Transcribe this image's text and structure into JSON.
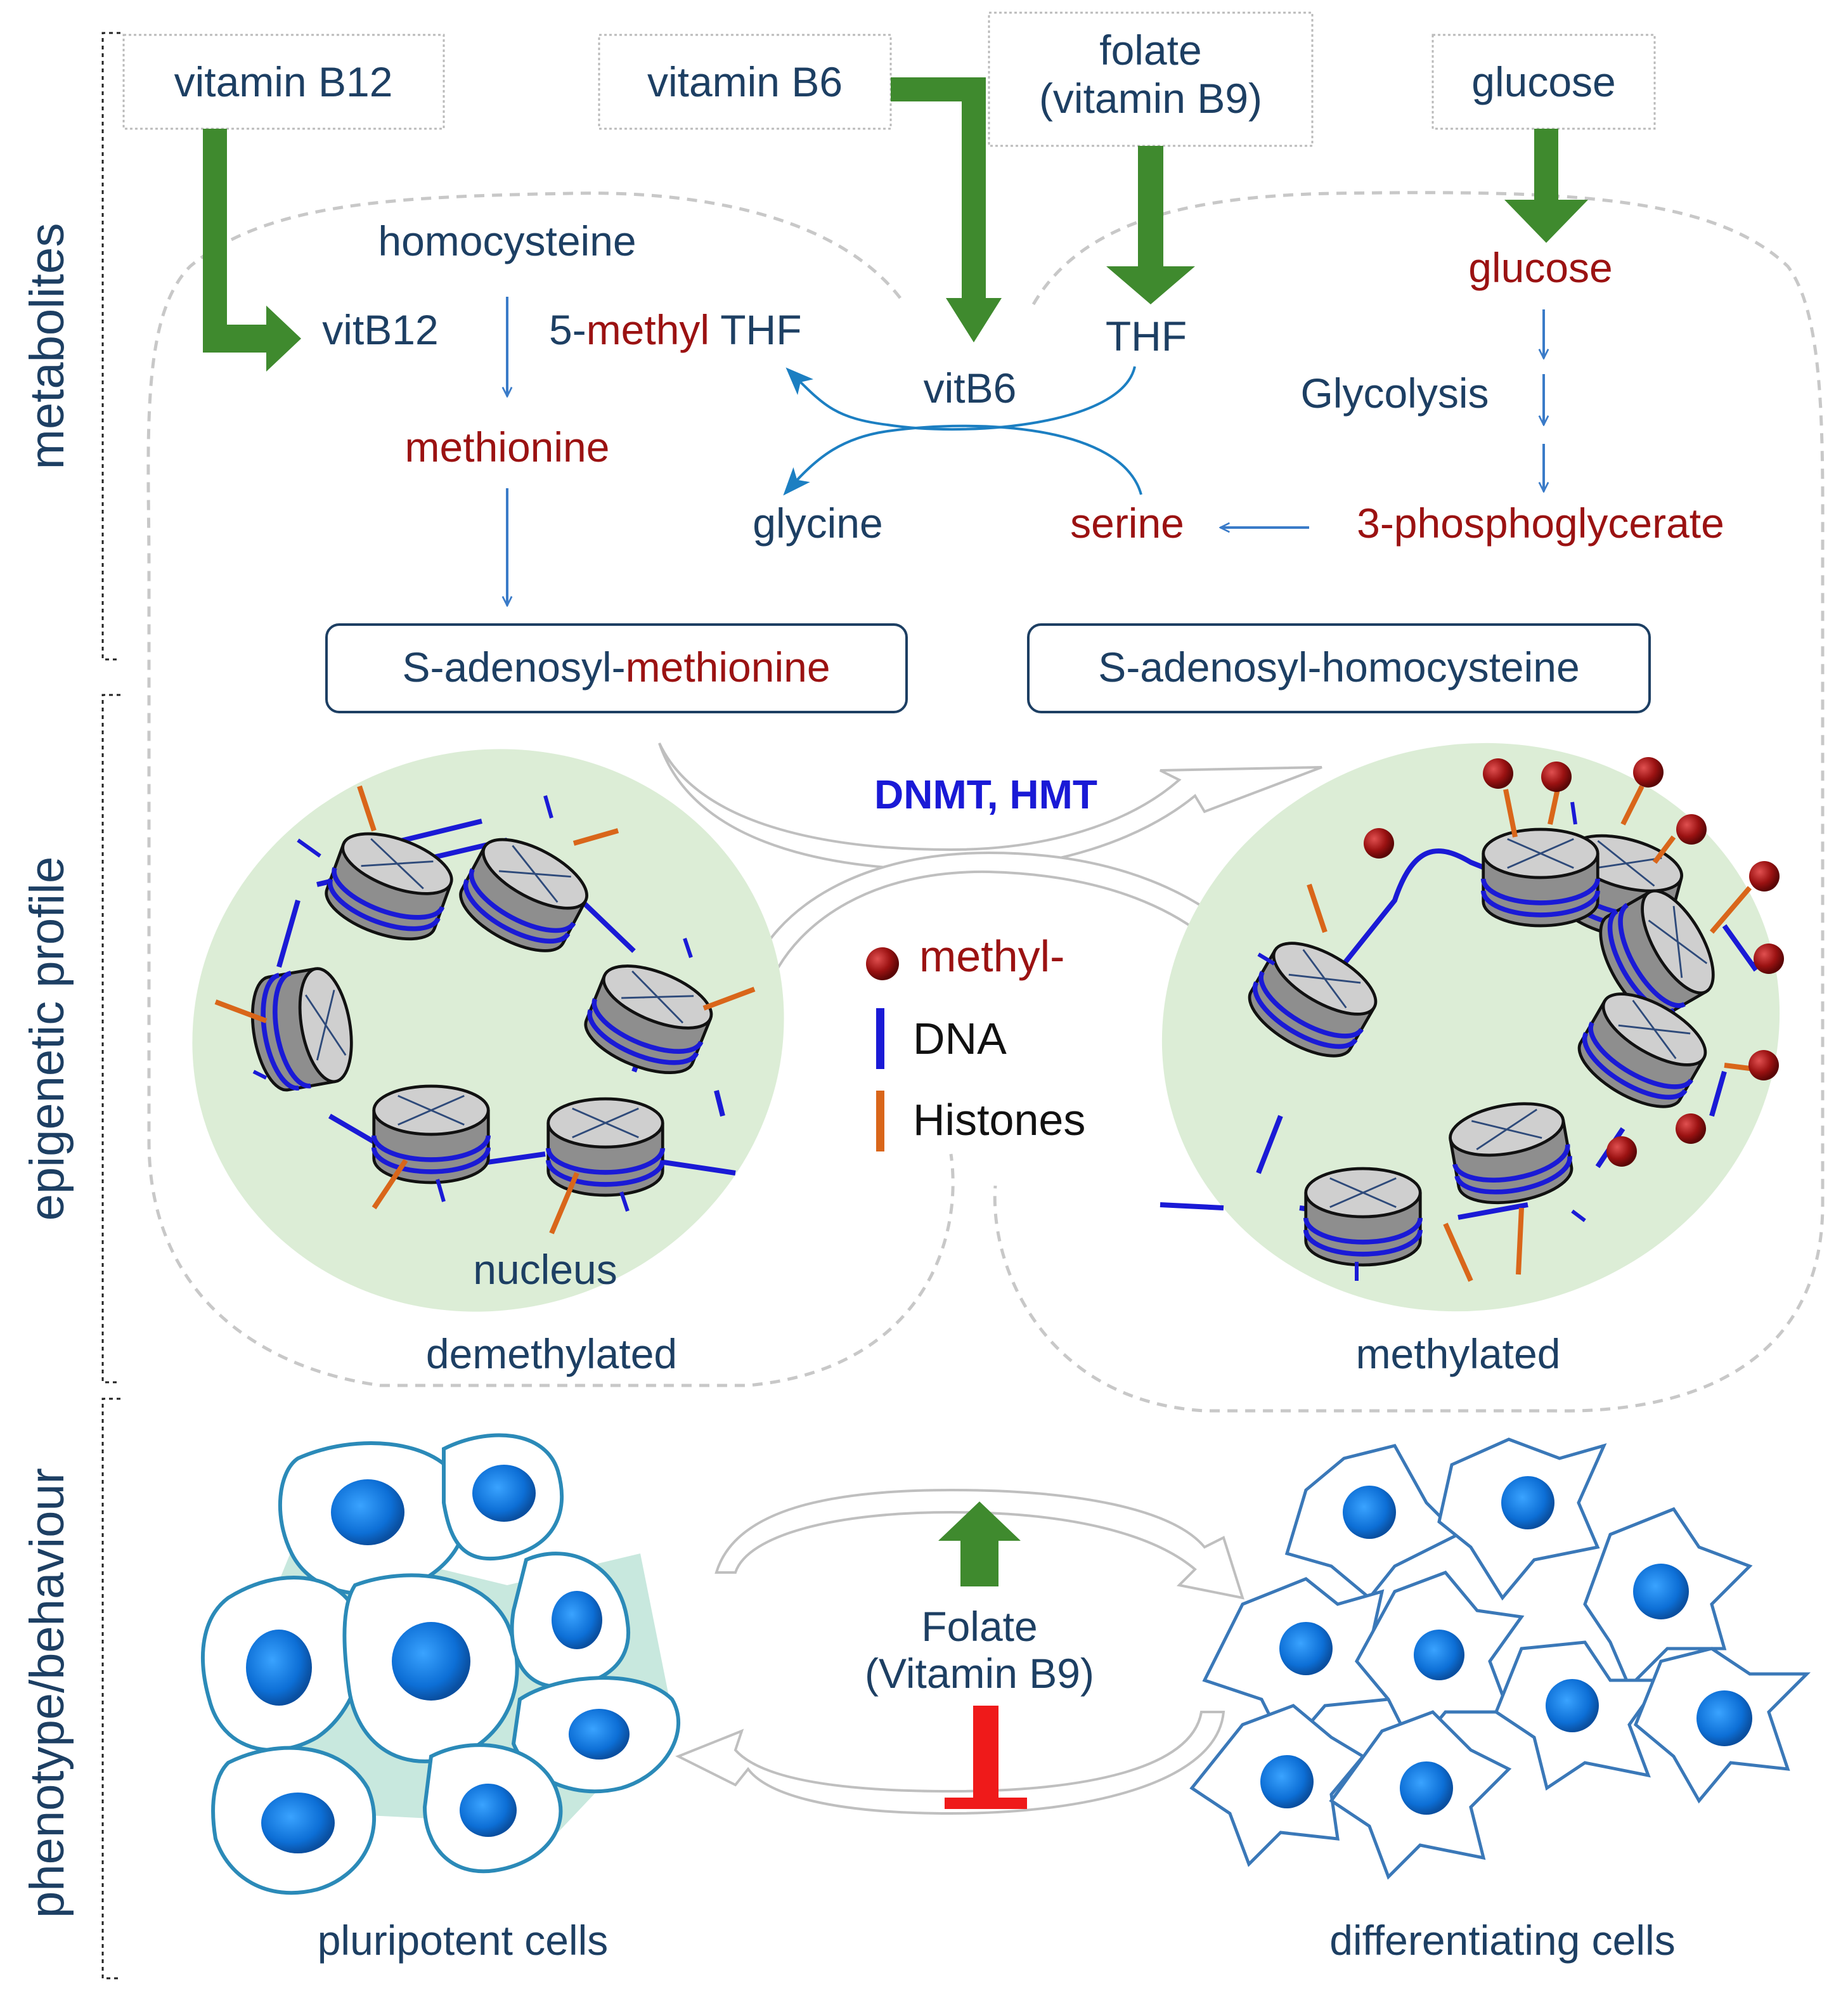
{
  "sections": {
    "metabolites": "metabolites",
    "epigenetic": "epigenetic profile",
    "phenotype": "phenotype/behaviour"
  },
  "inputs": {
    "b12": "vitamin B12",
    "b6": "vitamin B6",
    "folate_line1": "folate",
    "folate_line2": "(vitamin B9)",
    "glucose": "glucose"
  },
  "metabolites": {
    "homocysteine": "homocysteine",
    "vitb12": "vitB12",
    "methyl_thf_prefix": "5-",
    "methyl_thf_methyl": "methyl",
    "methyl_thf_suffix": " THF",
    "vitb6": "vitB6",
    "thf": "THF",
    "glucose": "glucose",
    "glycolysis": "Glycolysis",
    "methionine": "methionine",
    "glycine": "glycine",
    "serine": "serine",
    "phosphoglycerate": "3-phosphoglycerate",
    "sam_prefix": "S-adenosyl-",
    "sam_suffix": "methionine",
    "sah": "S-adenosyl-homocysteine"
  },
  "epigenetic": {
    "enzymes": "DNMT, HMT",
    "nucleus": "nucleus",
    "demethylated": "demethylated",
    "methylated": "methylated"
  },
  "legend": {
    "methyl": "methyl-",
    "dna": "DNA",
    "histones": "Histones"
  },
  "phenotype": {
    "folate_line1": "Folate",
    "folate_line2": "(Vitamin B9)",
    "pluripotent": "pluripotent cells",
    "differentiating": "differentiating cells"
  },
  "colors": {
    "green_arrow": "#3f8a2e",
    "dark_blue_text": "#1d3f63",
    "red_text": "#9b1212",
    "dna_blue": "#1a1ad6",
    "histone_orange": "#d9661a",
    "nucleus_green": "#dcedd6",
    "inhibit_red": "#ef1a1a"
  }
}
